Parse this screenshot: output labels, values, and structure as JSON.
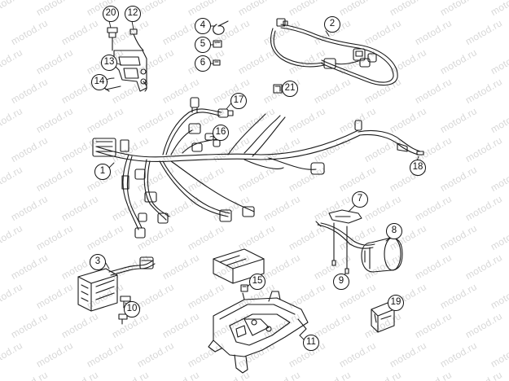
{
  "watermark": {
    "text": "motod.ru"
  },
  "callouts": [
    {
      "id": "part-1",
      "label": "1"
    },
    {
      "id": "part-2",
      "label": "2"
    },
    {
      "id": "part-3",
      "label": "3"
    },
    {
      "id": "part-4",
      "label": "4"
    },
    {
      "id": "part-5",
      "label": "5"
    },
    {
      "id": "part-6",
      "label": "6"
    },
    {
      "id": "part-7",
      "label": "7"
    },
    {
      "id": "part-8",
      "label": "8"
    },
    {
      "id": "part-9",
      "label": "9"
    },
    {
      "id": "part-10",
      "label": "10"
    },
    {
      "id": "part-11",
      "label": "11"
    },
    {
      "id": "part-12",
      "label": "12"
    },
    {
      "id": "part-13",
      "label": "13"
    },
    {
      "id": "part-14",
      "label": "14"
    },
    {
      "id": "part-15",
      "label": "15"
    },
    {
      "id": "part-16",
      "label": "16"
    },
    {
      "id": "part-17",
      "label": "17"
    },
    {
      "id": "part-18",
      "label": "18"
    },
    {
      "id": "part-19",
      "label": "19"
    },
    {
      "id": "part-20",
      "label": "20"
    },
    {
      "id": "part-21",
      "label": "21"
    }
  ],
  "colors": {
    "line": "#1a1a1a",
    "watermark": "#d8d8d8",
    "background": "#ffffff"
  }
}
